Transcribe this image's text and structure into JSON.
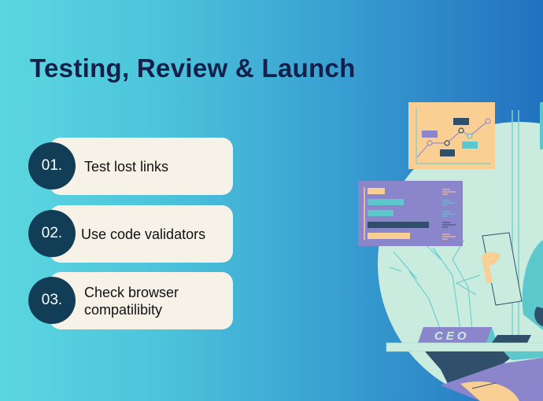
{
  "slide": {
    "title": "Testing, Review & Launch",
    "steps": [
      {
        "number": "01.",
        "label": "Test lost links"
      },
      {
        "number": "02.",
        "label": "Use code validators"
      },
      {
        "number": "03.",
        "label": "Check browser compatilibity"
      }
    ],
    "illustration": {
      "desk_sign": "CEO"
    }
  },
  "colors": {
    "gradient_left": "#5bd7e0",
    "gradient_right": "#2272bf",
    "title": "#14204a",
    "card_bg": "#f6f2e8",
    "number_circle": "#123d57",
    "mint": "#c9ecdf",
    "orange_panel": "#f9cf94",
    "purple_panel": "#8b86cc",
    "teal": "#5cc8cc",
    "navy": "#2f4f6a"
  }
}
